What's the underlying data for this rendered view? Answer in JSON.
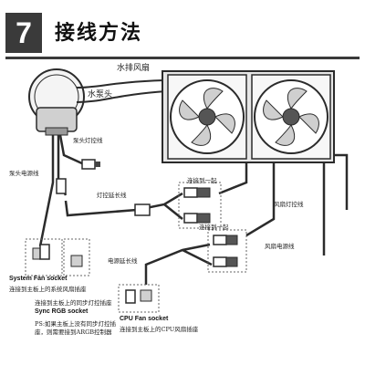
{
  "header": {
    "step_number": "7",
    "title": "接线方法"
  },
  "labels": {
    "radiator_fans": "水排风扇",
    "pump_head": "水泵头",
    "pump_light_cable": "泵头灯控线",
    "pump_power_cable": "泵头电源线",
    "light_extension_cable": "灯控延长线",
    "connect_together_1": "连接到一起",
    "fan_light_cable": "风扇灯控线",
    "fan_power_cable": "风扇电源线",
    "connect_together_2": "连接到一起",
    "power_extension_cable": "电源延长线",
    "system_fan_socket": "System Fan socket",
    "system_fan_desc": "连接到主板上的系统风扇插座",
    "sync_desc": "连接到主板上的同步灯控插座",
    "sync_rgb_socket": "Sync RGB socket",
    "ps_note_1": "PS:如果主板上没有同步灯控插",
    "ps_note_2": "座，则需要接到ARGB控制器",
    "cpu_fan_socket": "CPU Fan socket",
    "cpu_fan_desc": "连接到主板上的CPU风扇插座"
  },
  "colors": {
    "ink": "#2b2b2b",
    "header_box": "#3a3a3a",
    "radiator_fill": "#e6e6e6"
  }
}
